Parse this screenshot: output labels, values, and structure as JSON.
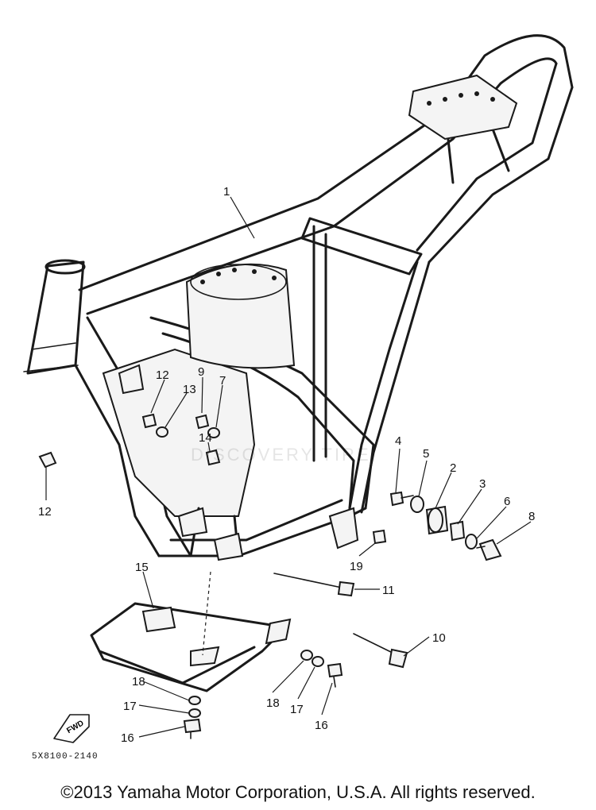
{
  "diagram": {
    "part_code": "5X8100-2140",
    "copyright": "©2013 Yamaha Motor Corporation, U.S.A. All rights reserved.",
    "watermark": "DISCOVERY TIRE",
    "fwd_label": "FWD",
    "callouts": [
      {
        "id": "c1",
        "label": "1"
      },
      {
        "id": "c2",
        "label": "2"
      },
      {
        "id": "c3",
        "label": "3"
      },
      {
        "id": "c4",
        "label": "4"
      },
      {
        "id": "c5",
        "label": "5"
      },
      {
        "id": "c6",
        "label": "6"
      },
      {
        "id": "c7",
        "label": "7"
      },
      {
        "id": "c8",
        "label": "8"
      },
      {
        "id": "c9",
        "label": "9"
      },
      {
        "id": "c10",
        "label": "10"
      },
      {
        "id": "c11",
        "label": "11"
      },
      {
        "id": "c12a",
        "label": "12"
      },
      {
        "id": "c12b",
        "label": "12"
      },
      {
        "id": "c13",
        "label": "13"
      },
      {
        "id": "c14",
        "label": "14"
      },
      {
        "id": "c15",
        "label": "15"
      },
      {
        "id": "c16a",
        "label": "16"
      },
      {
        "id": "c16b",
        "label": "16"
      },
      {
        "id": "c17a",
        "label": "17"
      },
      {
        "id": "c17b",
        "label": "17"
      },
      {
        "id": "c18a",
        "label": "18"
      },
      {
        "id": "c18b",
        "label": "18"
      },
      {
        "id": "c19",
        "label": "19"
      }
    ]
  }
}
